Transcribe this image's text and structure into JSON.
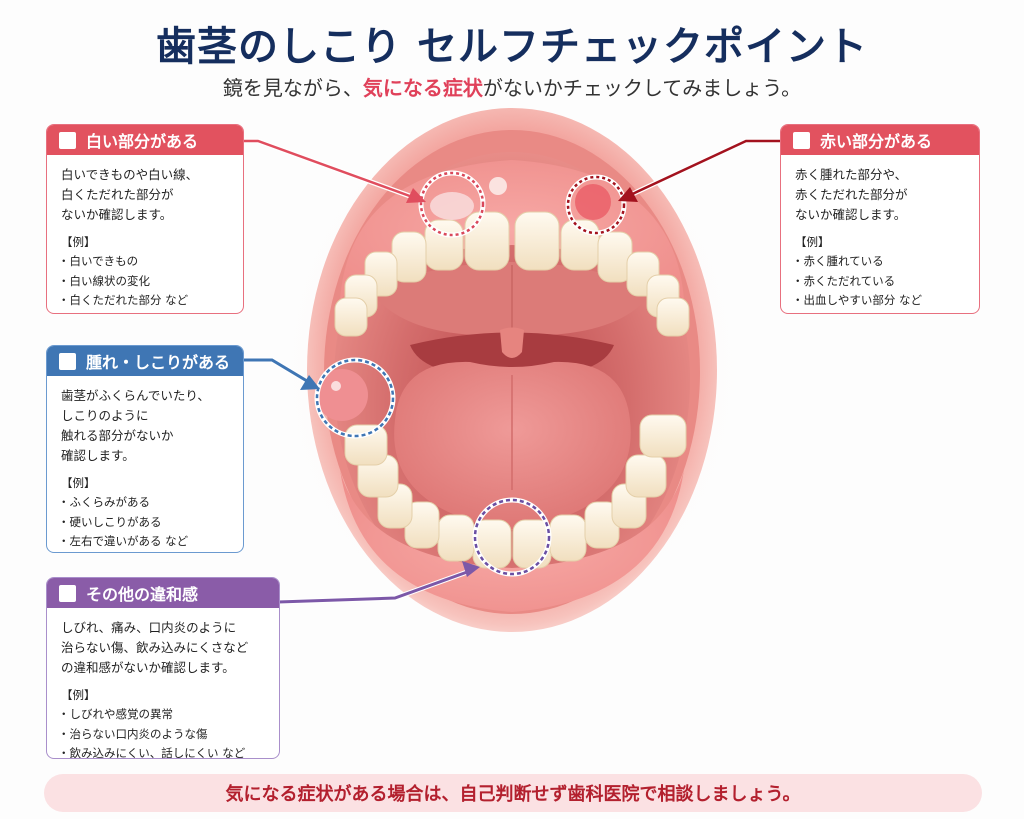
{
  "header": {
    "title": "歯茎のしこり セルフチェックポイント",
    "subtitle_before": "鏡を見ながら、",
    "subtitle_highlight": "気になる症状",
    "subtitle_after": "がないかチェックしてみましょう。"
  },
  "cards": [
    {
      "id": "white",
      "title": "白い部分がある",
      "description": "白いできものや白い線、\n白くただれた部分が\nないか確認します。",
      "example_label": "【例】",
      "examples": [
        "白いできもの",
        "白い線状の変化",
        "白くただれた部分 など"
      ],
      "color": "#e2525f"
    },
    {
      "id": "red",
      "title": "赤い部分がある",
      "description": "赤く腫れた部分や、\n赤くただれた部分が\nないか確認します。",
      "example_label": "【例】",
      "examples": [
        "赤く腫れている",
        "赤くただれている",
        "出血しやすい部分 など"
      ],
      "color": "#e2525f"
    },
    {
      "id": "swelling",
      "title": "腫れ・しこりがある",
      "description": "歯茎がふくらんでいたり、\nしこりのように\n触れる部分がないか\n確認します。",
      "example_label": "【例】",
      "examples": [
        "ふくらみがある",
        "硬いしこりがある",
        "左右で違いがある など"
      ],
      "color": "#3f76b4"
    },
    {
      "id": "other",
      "title": "その他の違和感",
      "description": "しびれ、痛み、口内炎のように\n治らない傷、飲み込みにくさなど\nの違和感がないか確認します。",
      "example_label": "【例】",
      "examples": [
        "しびれや感覚の異常",
        "治らない口内炎のような傷",
        "飲み込みにくい、話しにくい など"
      ],
      "color": "#8a5ca8"
    }
  ],
  "illustration": {
    "subject": "open-mouth",
    "markers": [
      {
        "target": "upper-left-gum-white-patch",
        "color": "#d9485a"
      },
      {
        "target": "upper-right-gum-red-patch",
        "color": "#a3121e"
      },
      {
        "target": "left-cheek-swelling",
        "color": "#3f76b4"
      },
      {
        "target": "lower-front-gum",
        "color": "#6a4fa3"
      }
    ]
  },
  "footer": {
    "banner": "気になる症状がある場合は、自己判断せず歯科医院で相談しましょう。"
  }
}
